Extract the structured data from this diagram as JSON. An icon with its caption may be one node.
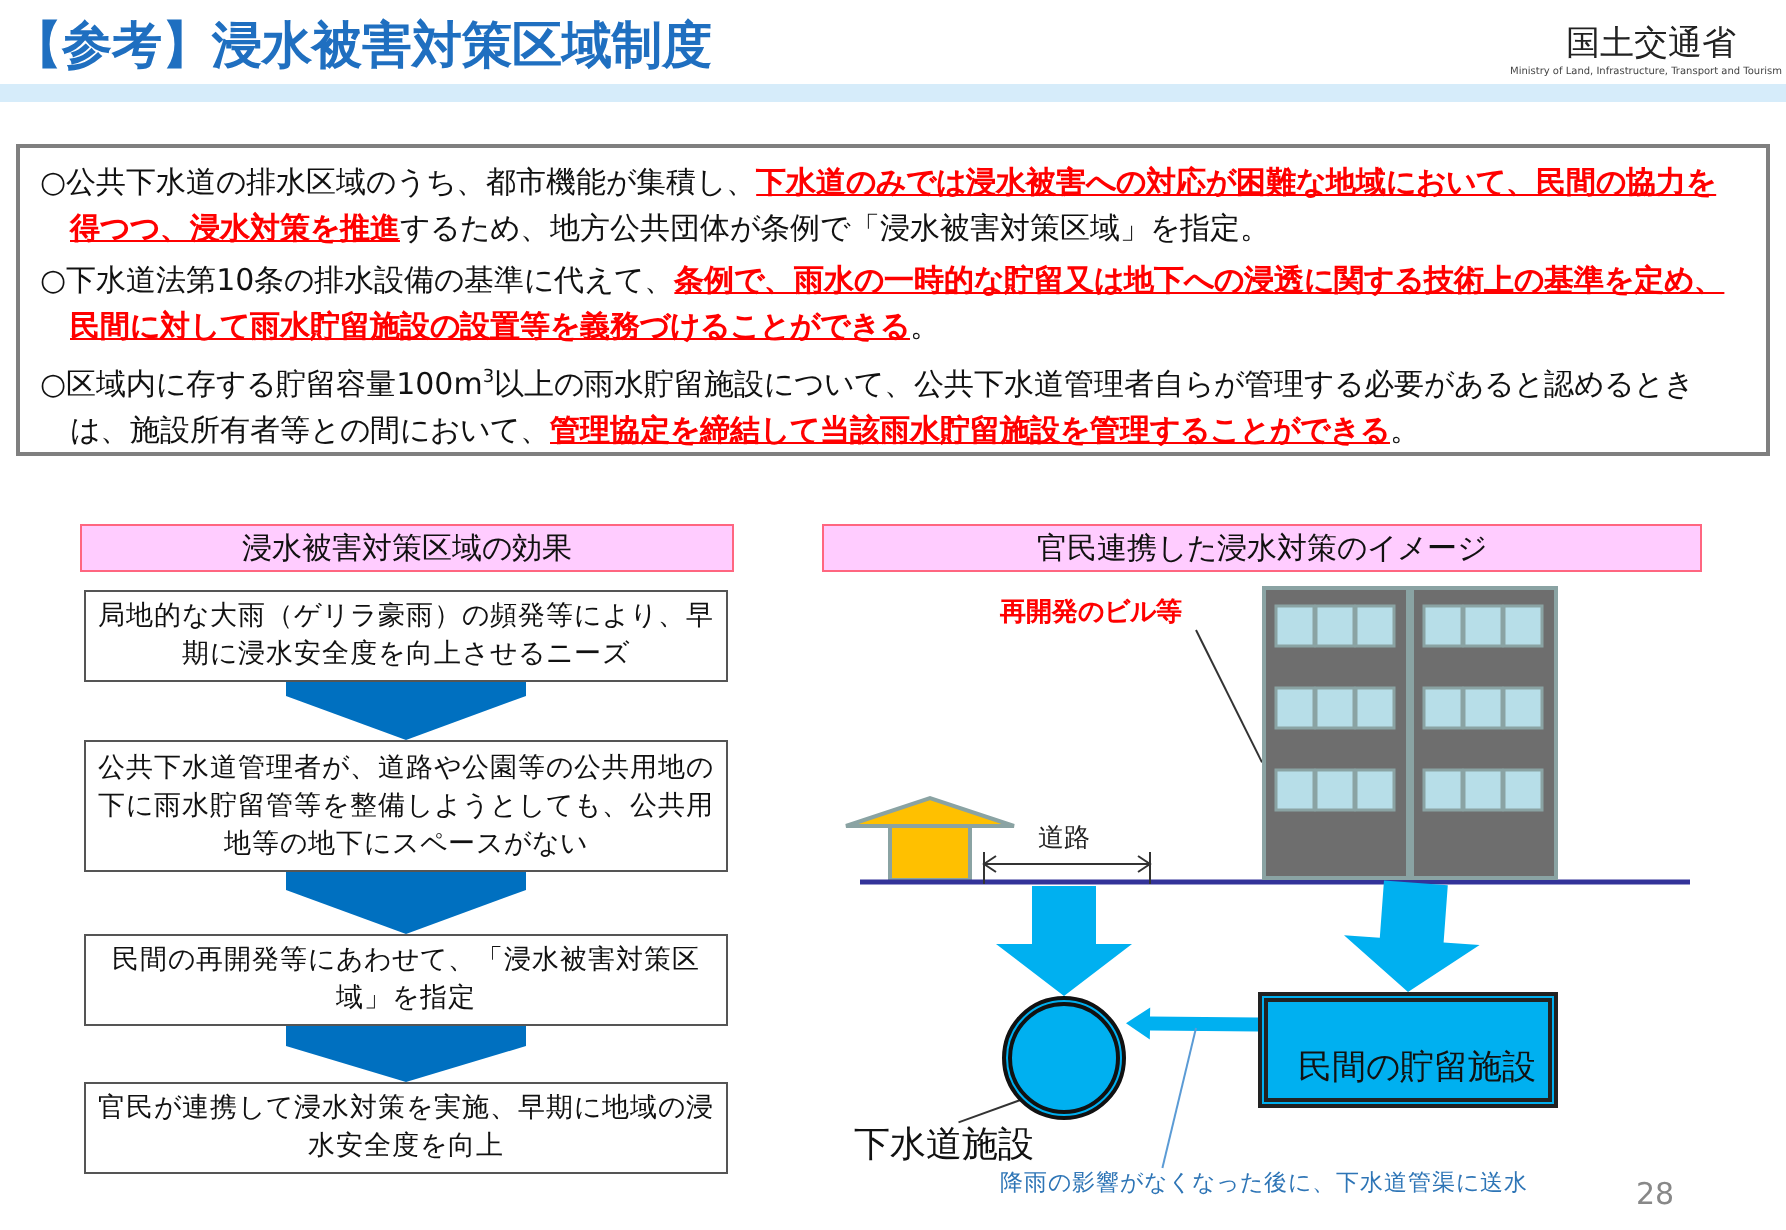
{
  "diagram": {
    "title": "【参考】浸水被害対策区域制度",
    "nodes": [
      {
        "text": [
          "○公共下水道の排水区域のうち、都市機能が集積し、**下水道のみでは浸水被害への対応が困難な地域において、民間の協力を得つつ、浸水対策を推進**するため、地方公共団体が条例で「浸水被害対策区域」を指定。",
          "○下水道法第10条の排水設備の基準に代えて、**条例で、雨水の一時的な貯留又は地下への浸透に関する技術上の基準を定め、民間に対して雨水貯留施設の設置等を義務づけることができる**。",
          "○区域内に存する貯留容量100m$^{3}$以上の雨水貯留施設について、公共下水道管理者自らが管理する必要があると認めるときは、施設所有者等との間において、**管理協定を締結して当該雨水貯留施設を管理することができる**。"
        ]
      },
      {
        "text": [
          "浸水被害対策区域の効果"
        ]
      },
      {
        "text": [
          "局地的な大雨（ゲリラ豪雨）の頻発等により、早期に浸水安全度を向上させるニーズ"
        ]
      },
      {
        "text": [
          "公共下水道管理者が、道路や公園等の公共用地の下に雨水貯留管等を整備しようとしても、公共用地等の地下にスペースがない"
        ]
      },
      {
        "text": [
          "民間の再開発等にあわせて、「浸水被害対策区域」を指定"
        ]
      },
      {
        "text": [
          "官民が連携して浸水対策を実施、早期に地域の浸水安全度を向上"
        ]
      },
      {
        "text": [
          "官民連携した浸水対策のイメージ"
        ]
      },
      {
        "text": [
          "再開発のビル等"
        ]
      },
      {
        "text": [],
        "shape": "picture"
      },
      {
        "text": [],
        "shape": "circle"
      },
      {
        "text": [
          "下水道施設"
        ]
      },
      {
        "text": [
          "民間の貯留施設"
        ]
      },
      {
        "text": [
          "降雨の影響がなくなった後に、下水道管渠に送水"
        ]
      }
    ],
    "edges": [
      {
        "from": 2,
        "to": 3,
        "arrow": "to",
        "style": "thick",
        "color": "#0070c0"
      },
      {
        "from": 3,
        "to": 4,
        "arrow": "to",
        "style": "thick",
        "color": "#0070c0"
      },
      {
        "from": 4,
        "to": 5,
        "arrow": "to",
        "style": "thick",
        "color": "#0070c0"
      },
      {
        "from": 7,
        "to": 8,
        "arrow": "none"
      },
      {
        "from": null,
        "to": 9,
        "arrow": "to",
        "style": "thick",
        "color": "#00b0f0"
      },
      {
        "from": 8,
        "to": 11,
        "arrow": "to",
        "style": "thick",
        "color": "#00b0f0"
      },
      {
        "from": 10,
        "to": 9,
        "arrow": "none"
      },
      {
        "from": 11,
        "to": 9,
        "arrow": "to",
        "style": "thick",
        "color": "#00b0f0"
      },
      {
        "from": 12,
        "to": null,
        "arrow": "none",
        "color": "#5b9bd5"
      }
    ],
    "labels": [
      "国土交通省",
      "Ministry of Land, Infrastructure, Transport and Tourism",
      "道路",
      "28"
    ]
  }
}
